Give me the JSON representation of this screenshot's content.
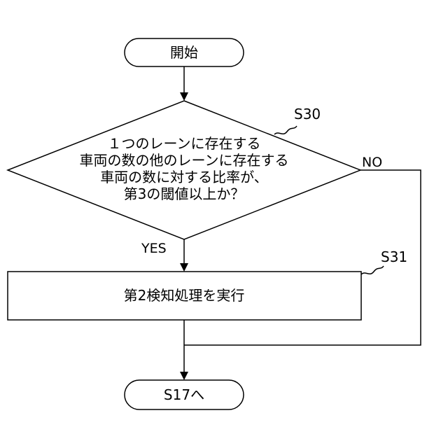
{
  "start": {
    "label": "開始"
  },
  "decision": {
    "step_id": "S30",
    "lines": [
      "１つのレーンに存在する",
      "車両の数の他のレーンに存在する",
      "車両の数に対する比率が、",
      "第3の閾値以上か？"
    ],
    "yes_label": "YES",
    "no_label": "NO"
  },
  "process": {
    "step_id": "S31",
    "label": "第2検知処理を実行"
  },
  "end": {
    "label": "S17へ"
  }
}
